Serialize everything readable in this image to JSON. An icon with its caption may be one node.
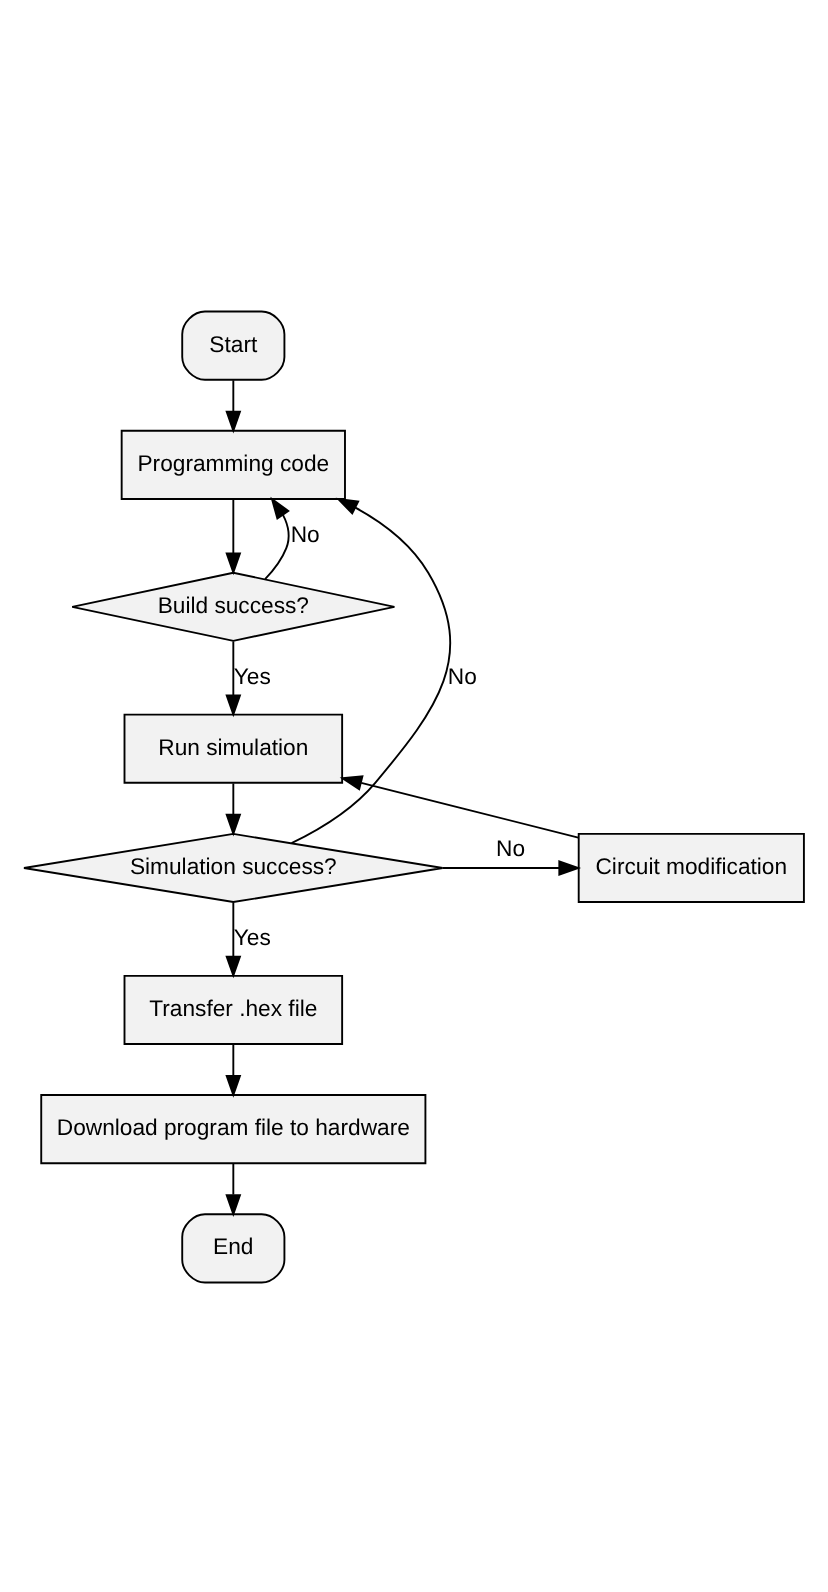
{
  "diagram": {
    "nodes": [
      {
        "text": [
          "Start"
        ]
      },
      {
        "text": [
          "Programming code"
        ]
      },
      {
        "text": [
          "Build success?"
        ]
      },
      {
        "text": [
          "Run simulation"
        ]
      },
      {
        "text": [
          "Simulation success?"
        ]
      },
      {
        "text": [
          "Circuit modification"
        ]
      },
      {
        "text": [
          "Transfer .hex file"
        ]
      },
      {
        "text": [
          "Download program file to hardware"
        ]
      },
      {
        "text": [
          "End"
        ]
      }
    ],
    "edges": [
      {
        "from": 0,
        "to": 1,
        "arrow": "to"
      },
      {
        "from": 1,
        "to": 2,
        "arrow": "to"
      },
      {
        "from": 2,
        "to": 3,
        "arrow": "to",
        "label": "Yes"
      },
      {
        "from": 2,
        "to": 1,
        "arrow": "to",
        "label": "No"
      },
      {
        "from": 3,
        "to": 4,
        "arrow": "to"
      },
      {
        "from": 4,
        "to": 5,
        "arrow": "to",
        "label": "No"
      },
      {
        "from": 5,
        "to": 3,
        "arrow": "to"
      },
      {
        "from": 4,
        "to": 1,
        "arrow": "to",
        "label": "No"
      },
      {
        "from": 4,
        "to": 6,
        "arrow": "to",
        "label": "Yes"
      },
      {
        "from": 6,
        "to": 7,
        "arrow": "to"
      },
      {
        "from": 7,
        "to": 8,
        "arrow": "to"
      }
    ]
  }
}
